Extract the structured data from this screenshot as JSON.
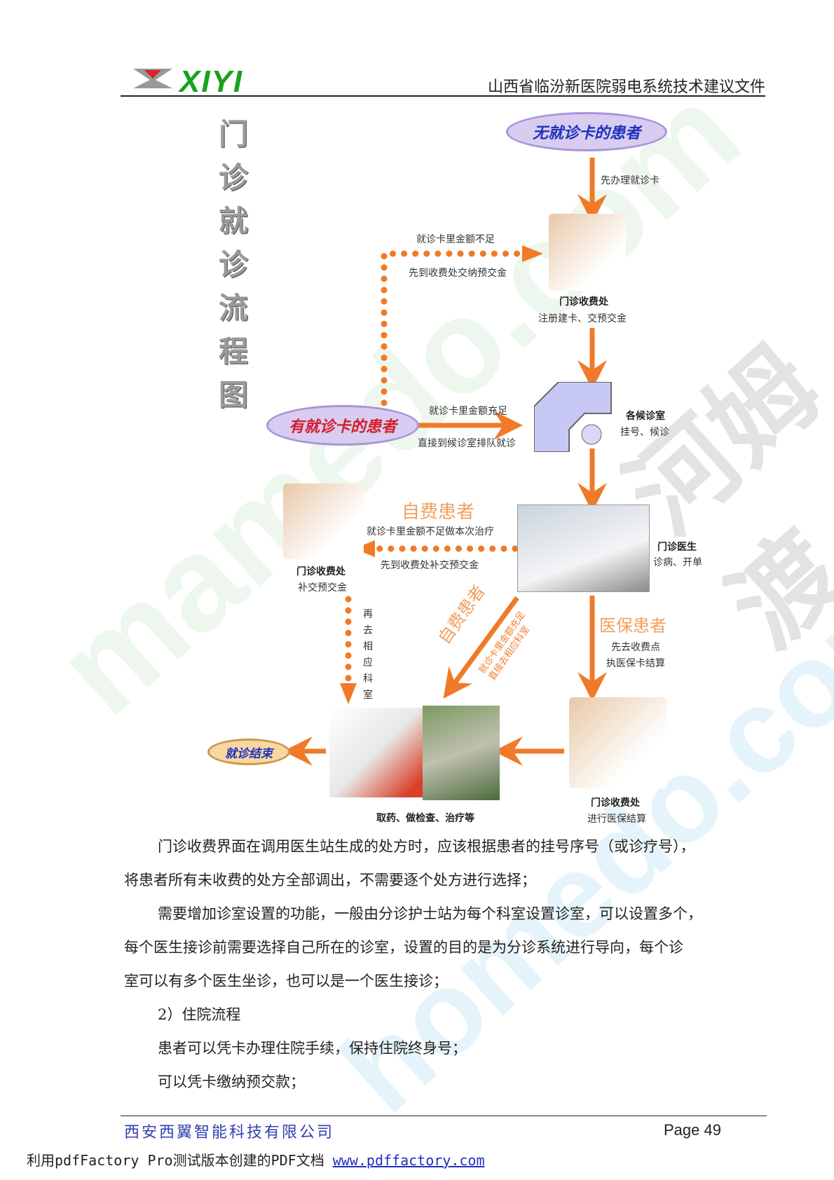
{
  "header": {
    "logo": "XIYI",
    "title": "山西省临汾新医院弱电系统技术建议文件"
  },
  "watermarks": [
    "mamedo.com",
    "河姆渡",
    "homedo.com"
  ],
  "diagram": {
    "vertical_title": [
      "门",
      "诊",
      "就",
      "诊",
      "流",
      "程",
      "图"
    ],
    "cloud_no_card": "无就诊卡的患者",
    "cloud_has_card": "有就诊卡的患者",
    "cloud_end": "就诊结束",
    "edge_register": "先办理就诊卡",
    "edge_insufficient_1": "就诊卡里金额不足",
    "edge_insufficient_2": "先到收费处交纳预交金",
    "edge_sufficient_1": "就诊卡里金额充足",
    "edge_sufficient_2": "直接到候诊室排队就诊",
    "cashier1_title": "门诊收费处",
    "cashier1_sub": "注册建卡、交预交金",
    "waiting_title": "各候诊室",
    "waiting_sub": "挂号、候诊",
    "doctor_title": "门诊医生",
    "doctor_sub": "诊病、开单",
    "self_pay": "自费患者",
    "self_pay_edge_1": "就诊卡里金额不足做本次治疗",
    "self_pay_edge_2": "先到收费处补交预交金",
    "cashier2_title": "门诊收费处",
    "cashier2_sub": "补交预交金",
    "go_dept": "再去相应科室",
    "self_pay_diag": "自费患者",
    "self_pay_diag_sub1": "就诊卡里金额充足",
    "self_pay_diag_sub2": "直接去相应科室",
    "insured": "医保患者",
    "insured_sub1": "先去收费点",
    "insured_sub2": "执医保卡结算",
    "cashier3_title": "门诊收费处",
    "cashier3_sub": "进行医保结算",
    "treatment": "取药、做检查、治疗等"
  },
  "body": {
    "p1": "门诊收费界面在调用医生站生成的处方时，应该根据患者的挂号序号（或诊疗号），",
    "p1b": "将患者所有未收费的处方全部调出，不需要逐个处方进行选择；",
    "p2": "需要增加诊室设置的功能，一般由分诊护士站为每个科室设置诊室，可以设置多个，",
    "p2b": "每个医生接诊前需要选择自己所在的诊室，设置的目的是为分诊系统进行导向，每个诊",
    "p2c": "室可以有多个医生坐诊，也可以是一个医生接诊；",
    "h2": "2）住院流程",
    "p3": "患者可以凭卡办理住院手续，保持住院终身号；",
    "p4": "可以凭卡缴纳预交款；"
  },
  "footer": {
    "company": "西安西翼智能科技有限公司",
    "page": "Page 49"
  },
  "pdf_notice": {
    "text": "利用pdfFactory Pro测试版本创建的PDF文档 ",
    "link": "www.pdffactory.com"
  },
  "colors": {
    "arrow": "#f07a28",
    "logo": "#19a11f",
    "footer_company": "#3040b0"
  }
}
